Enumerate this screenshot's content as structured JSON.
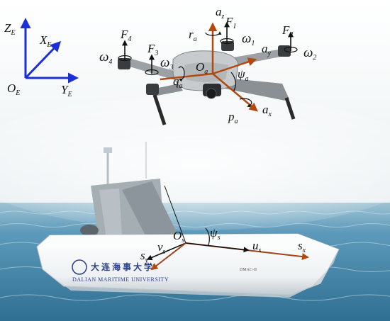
{
  "colors": {
    "frame_axes": "#1a2fd6",
    "drone_axes": "#b24a10",
    "vessel_axes": "#a0421a",
    "force_arrows": "#111111",
    "sky_top": "#ffffff",
    "sky_mist": "#e6eef1",
    "sea": "#4f8fb0",
    "sea_dark": "#2f6f92",
    "hull": "#f7f8f8",
    "hull_shadow": "#c9d1d6",
    "superstructure": "#9aa4aa",
    "drone_body": "#c9cdcf",
    "drone_dark": "#2a2a2a"
  },
  "earth_frame": {
    "z": {
      "base": "Z",
      "sub": "E"
    },
    "x": {
      "base": "X",
      "sub": "E"
    },
    "y": {
      "base": "Y",
      "sub": "E"
    },
    "origin": {
      "base": "O",
      "sub": "E"
    }
  },
  "drone": {
    "ax": {
      "base": "a",
      "sub": "x"
    },
    "ay": {
      "base": "a",
      "sub": "y"
    },
    "az": {
      "base": "a",
      "sub": "z"
    },
    "origin": {
      "base": "O",
      "sub": "a"
    },
    "psi": {
      "base": "ψ",
      "sub": "a"
    },
    "p": {
      "base": "p",
      "sub": "a"
    },
    "q": {
      "base": "q",
      "sub": "a"
    },
    "r": {
      "base": "r",
      "sub": "a"
    },
    "forces": [
      {
        "base": "F",
        "sub": "1"
      },
      {
        "base": "F",
        "sub": "2"
      },
      {
        "base": "F",
        "sub": "3"
      },
      {
        "base": "F",
        "sub": "4"
      }
    ],
    "rotor_speeds": [
      {
        "base": "ω",
        "sub": "1"
      },
      {
        "base": "ω",
        "sub": "2"
      },
      {
        "base": "ω",
        "sub": "3"
      },
      {
        "base": "ω",
        "sub": "4"
      }
    ]
  },
  "vessel": {
    "origin": {
      "base": "O",
      "sub": "s"
    },
    "psi": {
      "base": "ψ",
      "sub": "s"
    },
    "u": {
      "base": "u",
      "sub": "s"
    },
    "v": {
      "base": "v",
      "sub": "s"
    },
    "sx": {
      "base": "s",
      "sub": "x"
    },
    "sy": {
      "base": "s",
      "sub": "y"
    },
    "hull_logo_text": "大 连 海 事 大 学",
    "hull_name_text": "DALIAN MARITIME UNIVERSITY",
    "hull_id_text": "DMAC-II"
  }
}
